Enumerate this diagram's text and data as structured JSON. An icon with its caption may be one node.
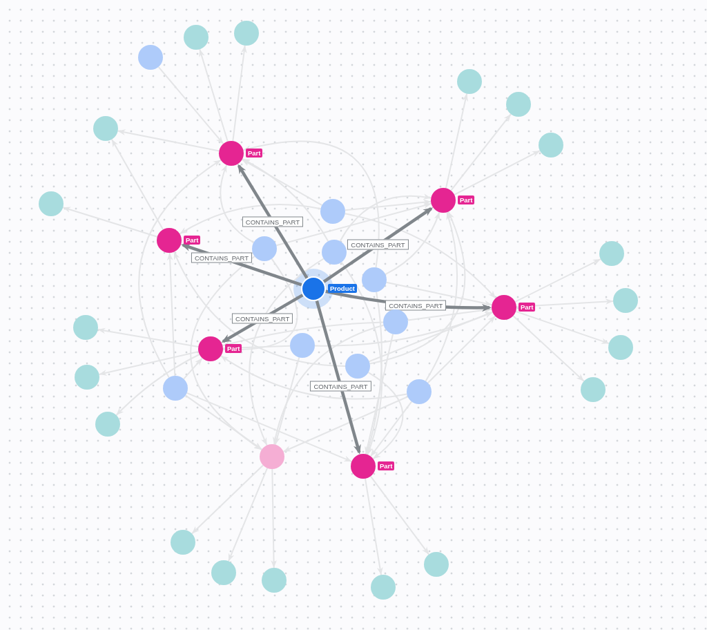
{
  "diagram": {
    "nodes": [
      {
        "text": [],
        "shape": "circle",
        "beside": [
          "Product"
        ]
      },
      {
        "text": [],
        "shape": "circle",
        "beside": [
          "Part"
        ]
      },
      {
        "text": [],
        "shape": "circle",
        "beside": [
          "Part"
        ]
      },
      {
        "text": [],
        "shape": "circle",
        "beside": [
          "Part"
        ]
      },
      {
        "text": [],
        "shape": "circle",
        "beside": [
          "Part"
        ]
      },
      {
        "text": [],
        "shape": "circle",
        "beside": [
          "Part"
        ]
      },
      {
        "text": [],
        "shape": "circle",
        "beside": [
          "Part"
        ]
      },
      {
        "text": [],
        "shape": "circle"
      },
      {
        "text": [],
        "shape": "circle"
      },
      {
        "text": [],
        "shape": "circle"
      },
      {
        "text": [],
        "shape": "circle"
      },
      {
        "text": [],
        "shape": "circle"
      },
      {
        "text": [],
        "shape": "circle"
      },
      {
        "text": [],
        "shape": "circle"
      },
      {
        "text": [],
        "shape": "circle"
      },
      {
        "text": [],
        "shape": "circle"
      },
      {
        "text": [],
        "shape": "circle"
      },
      {
        "text": [],
        "shape": "circle"
      },
      {
        "text": [],
        "shape": "circle"
      },
      {
        "text": [],
        "shape": "circle"
      },
      {
        "text": [],
        "shape": "circle"
      },
      {
        "text": [],
        "shape": "circle"
      },
      {
        "text": [],
        "shape": "circle"
      },
      {
        "text": [],
        "shape": "circle"
      },
      {
        "text": [],
        "shape": "circle"
      },
      {
        "text": [],
        "shape": "circle"
      },
      {
        "text": [],
        "shape": "circle"
      },
      {
        "text": [],
        "shape": "circle"
      },
      {
        "text": [],
        "shape": "circle"
      },
      {
        "text": [],
        "shape": "circle"
      },
      {
        "text": [],
        "shape": "circle"
      },
      {
        "text": [],
        "shape": "circle"
      },
      {
        "text": [],
        "shape": "circle"
      },
      {
        "text": [],
        "shape": "circle"
      },
      {
        "text": [],
        "shape": "circle"
      },
      {
        "text": [],
        "shape": "circle"
      },
      {
        "text": [],
        "shape": "circle"
      }
    ],
    "edges": [
      {
        "from": 0,
        "to": 1,
        "arrow": "to",
        "label": "CONTAINS_PART",
        "style": "thick",
        "color": "#80868b"
      },
      {
        "from": 0,
        "to": 2,
        "arrow": "to",
        "label": "CONTAINS_PART",
        "style": "thick",
        "color": "#80868b"
      },
      {
        "from": 0,
        "to": 3,
        "arrow": "to",
        "label": "CONTAINS_PART",
        "style": "thick",
        "color": "#80868b"
      },
      {
        "from": 0,
        "to": 4,
        "arrow": "to",
        "label": "CONTAINS_PART",
        "style": "thick",
        "color": "#80868b"
      },
      {
        "from": 0,
        "to": 5,
        "arrow": "to",
        "label": "CONTAINS_PART",
        "style": "thick",
        "color": "#80868b"
      },
      {
        "from": 0,
        "to": 6,
        "arrow": "to",
        "label": "CONTAINS_PART",
        "style": "thick",
        "color": "#80868b"
      },
      {
        "from": 7,
        "to": 1,
        "arrow": "to"
      },
      {
        "from": 1,
        "to": 18,
        "arrow": "to"
      },
      {
        "from": 1,
        "to": 19,
        "arrow": "to"
      },
      {
        "from": 1,
        "to": 20,
        "arrow": "to"
      },
      {
        "from": 3,
        "to": 20,
        "arrow": "to"
      },
      {
        "from": 3,
        "to": 21,
        "arrow": "to"
      },
      {
        "from": 15,
        "to": 1,
        "arrow": "to"
      },
      {
        "from": 9,
        "to": 1,
        "arrow": "to"
      },
      {
        "from": 8,
        "to": 1,
        "arrow": "to"
      },
      {
        "from": 10,
        "to": 1,
        "arrow": "to"
      },
      {
        "from": 11,
        "to": 1,
        "arrow": "to"
      },
      {
        "from": 8,
        "to": 2,
        "arrow": "to"
      },
      {
        "from": 10,
        "to": 2,
        "arrow": "to"
      },
      {
        "from": 9,
        "to": 2,
        "arrow": "to"
      },
      {
        "from": 11,
        "to": 2,
        "arrow": "to"
      },
      {
        "from": 16,
        "to": 2,
        "arrow": "to"
      },
      {
        "from": 14,
        "to": 2,
        "arrow": "to"
      },
      {
        "from": 2,
        "to": 22,
        "arrow": "to"
      },
      {
        "from": 2,
        "to": 23,
        "arrow": "to"
      },
      {
        "from": 2,
        "to": 24,
        "arrow": "to"
      },
      {
        "from": 8,
        "to": 3,
        "arrow": "to"
      },
      {
        "from": 15,
        "to": 3,
        "arrow": "to"
      },
      {
        "from": 14,
        "to": 3,
        "arrow": "to"
      },
      {
        "from": 4,
        "to": 25,
        "arrow": "to"
      },
      {
        "from": 4,
        "to": 26,
        "arrow": "to"
      },
      {
        "from": 4,
        "to": 27,
        "arrow": "to"
      },
      {
        "from": 4,
        "to": 28,
        "arrow": "to"
      },
      {
        "from": 11,
        "to": 4,
        "arrow": "to"
      },
      {
        "from": 12,
        "to": 4,
        "arrow": "to"
      },
      {
        "from": 13,
        "to": 4,
        "arrow": "to"
      },
      {
        "from": 14,
        "to": 4,
        "arrow": "to"
      },
      {
        "from": 16,
        "to": 4,
        "arrow": "to"
      },
      {
        "from": 8,
        "to": 4,
        "arrow": "to"
      },
      {
        "from": 5,
        "to": 29,
        "arrow": "to"
      },
      {
        "from": 5,
        "to": 30,
        "arrow": "to"
      },
      {
        "from": 5,
        "to": 31,
        "arrow": "to"
      },
      {
        "from": 15,
        "to": 5,
        "arrow": "to"
      },
      {
        "from": 9,
        "to": 5,
        "arrow": "to"
      },
      {
        "from": 13,
        "to": 5,
        "arrow": "to"
      },
      {
        "from": 16,
        "to": 5,
        "arrow": "to"
      },
      {
        "from": 12,
        "to": 5,
        "arrow": "to"
      },
      {
        "from": 15,
        "to": 6,
        "arrow": "to"
      },
      {
        "from": 11,
        "to": 6,
        "arrow": "to"
      },
      {
        "from": 12,
        "to": 6,
        "arrow": "to"
      },
      {
        "from": 14,
        "to": 6,
        "arrow": "to"
      },
      {
        "from": 16,
        "to": 6,
        "arrow": "to"
      },
      {
        "from": 10,
        "to": 6,
        "arrow": "to"
      },
      {
        "from": 6,
        "to": 35,
        "arrow": "to"
      },
      {
        "from": 6,
        "to": 36,
        "arrow": "to"
      },
      {
        "from": 15,
        "to": 17,
        "arrow": "to"
      },
      {
        "from": 9,
        "to": 17,
        "arrow": "to"
      },
      {
        "from": 10,
        "to": 17,
        "arrow": "to"
      },
      {
        "from": 12,
        "to": 17,
        "arrow": "to"
      },
      {
        "from": 16,
        "to": 17,
        "arrow": "to"
      },
      {
        "from": 13,
        "to": 17,
        "arrow": "to"
      },
      {
        "from": 17,
        "to": 32,
        "arrow": "to"
      },
      {
        "from": 17,
        "to": 33,
        "arrow": "to"
      },
      {
        "from": 17,
        "to": 34,
        "arrow": "to"
      }
    ]
  }
}
